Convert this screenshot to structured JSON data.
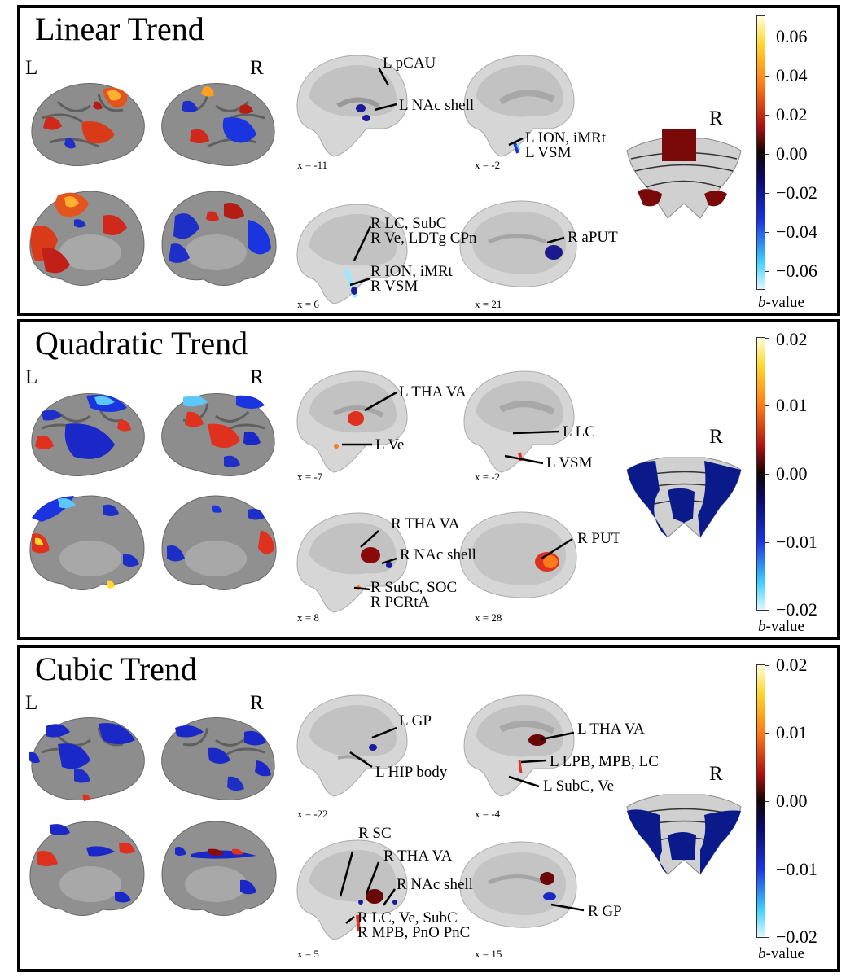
{
  "hemisphere_left": "L",
  "hemisphere_right": "R",
  "cerebellum_label": "R",
  "colorbar_unit_italic": "b",
  "colorbar_unit_rest": "-value",
  "panels": [
    {
      "title": "Linear Trend",
      "labels": [
        "L pCAU",
        "L NAc shell",
        "L ION, iMRt",
        "L VSM",
        "R LC, SubC",
        "R Ve, LDTg CPn",
        "R ION, iMRt",
        "R VSM",
        "R aPUT"
      ],
      "coords": [
        "x = -11",
        "x = -2",
        "x = 6",
        "x = 21"
      ],
      "ticks": [
        "0.06",
        "0.04",
        "0.02",
        "0.00",
        "−0.02",
        "−0.04",
        "−0.06"
      ]
    },
    {
      "title": "Quadratic Trend",
      "labels": [
        "L THA VA",
        "L Ve",
        "L LC",
        "L VSM",
        "R THA VA",
        "R NAc shell",
        "R SubC, SOC",
        "R PCRtA",
        "R PUT"
      ],
      "coords": [
        "x = -7",
        "x = -2",
        "x = 8",
        "x = 28"
      ],
      "ticks": [
        "0.02",
        "0.01",
        "0.00",
        "−0.01",
        "−0.02"
      ]
    },
    {
      "title": "Cubic Trend",
      "labels": [
        "L GP",
        "L HIP body",
        "L THA VA",
        "L LPB, MPB, LC",
        "L SubC, Ve",
        "R SC",
        "R THA VA",
        "R NAc shell",
        "R LC, Ve, SubC",
        "R MPB, PnO PnC",
        "R GP"
      ],
      "coords": [
        "x = -22",
        "x = -4",
        "x = 5",
        "x = 15"
      ],
      "ticks": [
        "0.02",
        "0.01",
        "0.00",
        "−0.01",
        "−0.02"
      ]
    }
  ],
  "colors": {
    "positive_dark": "#7a0a0a",
    "positive_mid": "#e0301e",
    "positive_high": "#ffd830",
    "negative_dark": "#0a0a7a",
    "negative_mid": "#1a35e0",
    "negative_high": "#40d0ff"
  }
}
